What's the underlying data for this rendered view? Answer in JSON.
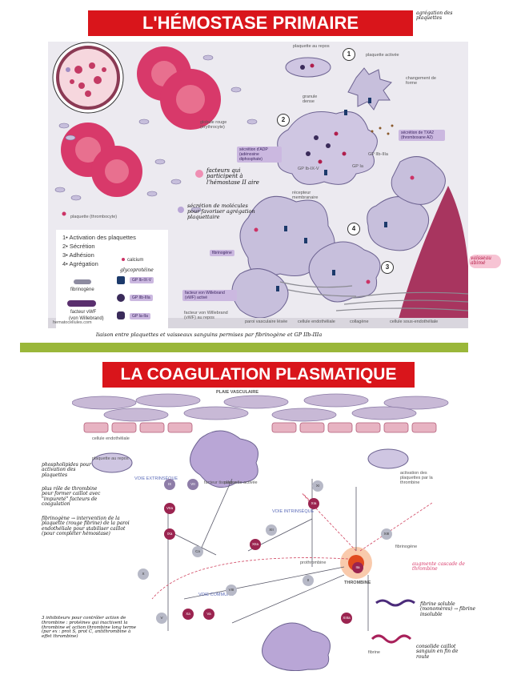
{
  "section1": {
    "title": "L'HÉMOSTASE PRIMAIRE",
    "title_note": "agrégation des plaquettes",
    "credit": "hematocellules.com",
    "steps": [
      {
        "num": "1",
        "text": "1• Activation des plaquettes"
      },
      {
        "num": "2",
        "text": "2• Sécrétion"
      },
      {
        "num": "3",
        "text": "3• Adhésion"
      },
      {
        "num": "4",
        "text": "4• Agrégation"
      }
    ],
    "legend": {
      "calcium": "calcium",
      "glycoproteins": "glycoprotéine",
      "fibrinogen": "fibrinogène",
      "vwf": "facteur vWF",
      "vwf_full": "(von Willebrand)",
      "gp_ib": "GP Ib-IX-V",
      "gp_iib": "GP IIb-IIIa",
      "gp_ia": "GP Ia-IIa"
    },
    "labels": {
      "platelet_rest": "plaquette au repos",
      "platelet_active": "plaquette activée",
      "shape_change": "changement de forme",
      "granule": "granule dense",
      "rbc": "globule rouge (érythrocyte)",
      "adp": "sécrétion d'ADP (adénosine diphosphate)",
      "txa2": "sécrétion de TXA2 (thromboxane A2)",
      "platelet": "plaquette (thrombocyte)",
      "receptor": "récepteur membranaire",
      "fibrinogen": "fibrinogène",
      "vwf_active": "facteur von Willebrand (vWF) activé",
      "vwf_rest": "facteur von Willebrand (vWF) au repos",
      "gp_ib": "GP Ib-IX-V",
      "gp_iib": "GP IIb-IIIa",
      "gp_ia": "GP Ia"
    },
    "bottom_strip": [
      "paroi vasculaire lésée",
      "cellule endothéliale",
      "collagène",
      "cellule sous-endothéliale"
    ],
    "notes": {
      "factor_secretion": "facteurs qui participent à l'hémostase II aire",
      "secretion_molecules": "sécrétion de molécules pour favoriser agrégation plaquettaire",
      "vascular": "vaisseau abimé",
      "bridge": "liaison entre plaquettes et vaisseaux sanguins permises par fibrinogène et GP IIb-IIIa"
    }
  },
  "section2": {
    "title": "LA COAGULATION PLASMATIQUE",
    "labels": {
      "plaie": "PLAIE VASCULAIRE",
      "endothelial": "cellule endothéliale",
      "platelet_rest": "plaquette au repos",
      "platelet_active": "plaquette activée",
      "extrinsic": "VOIE EXTRINSÈQUE",
      "intrinsic": "VOIE INTRINSÈQUE",
      "common": "VOIE COMMUNE",
      "tissue_factor": "facteur tissulaire",
      "thrombin": "THROMBINE",
      "fibrinogen": "fibrinogène",
      "fibrin": "fibrine",
      "prothrombin": "prothrombine",
      "activation": "activation des plaquettes par la thrombine"
    },
    "factors": [
      "VII",
      "VIIa",
      "IX",
      "IXa",
      "X",
      "Xa",
      "XI",
      "XIa",
      "XII",
      "XIIa",
      "VIII",
      "V",
      "Va",
      "II",
      "IIa",
      "XIII",
      "XIIIa",
      "Ca"
    ],
    "notes": {
      "n1": "phospholipides pour activation des plaquettes",
      "n2": "plus rôle de thrombine pour former caillot avec \"impureté\" facteurs de coagulation",
      "n3": "fibrinogène → intervention de la plaquette (rouge fibrine) de la paroi endothéliale pour stabiliser caillot (pour compléter hémostase)",
      "n4": "3 inhibiteurs pour contrôler action de thrombine : protéines qui inactivent la thrombine et action thrombine long terme (par ex : prot S, prot C, antithrombine à effet thrombine)",
      "n5": "augmente cascade de thrombine",
      "n6": "fibrine soluble (monomères) → fibrine insoluble",
      "n7": "consolide caillot sanguin en fin de route"
    }
  }
}
